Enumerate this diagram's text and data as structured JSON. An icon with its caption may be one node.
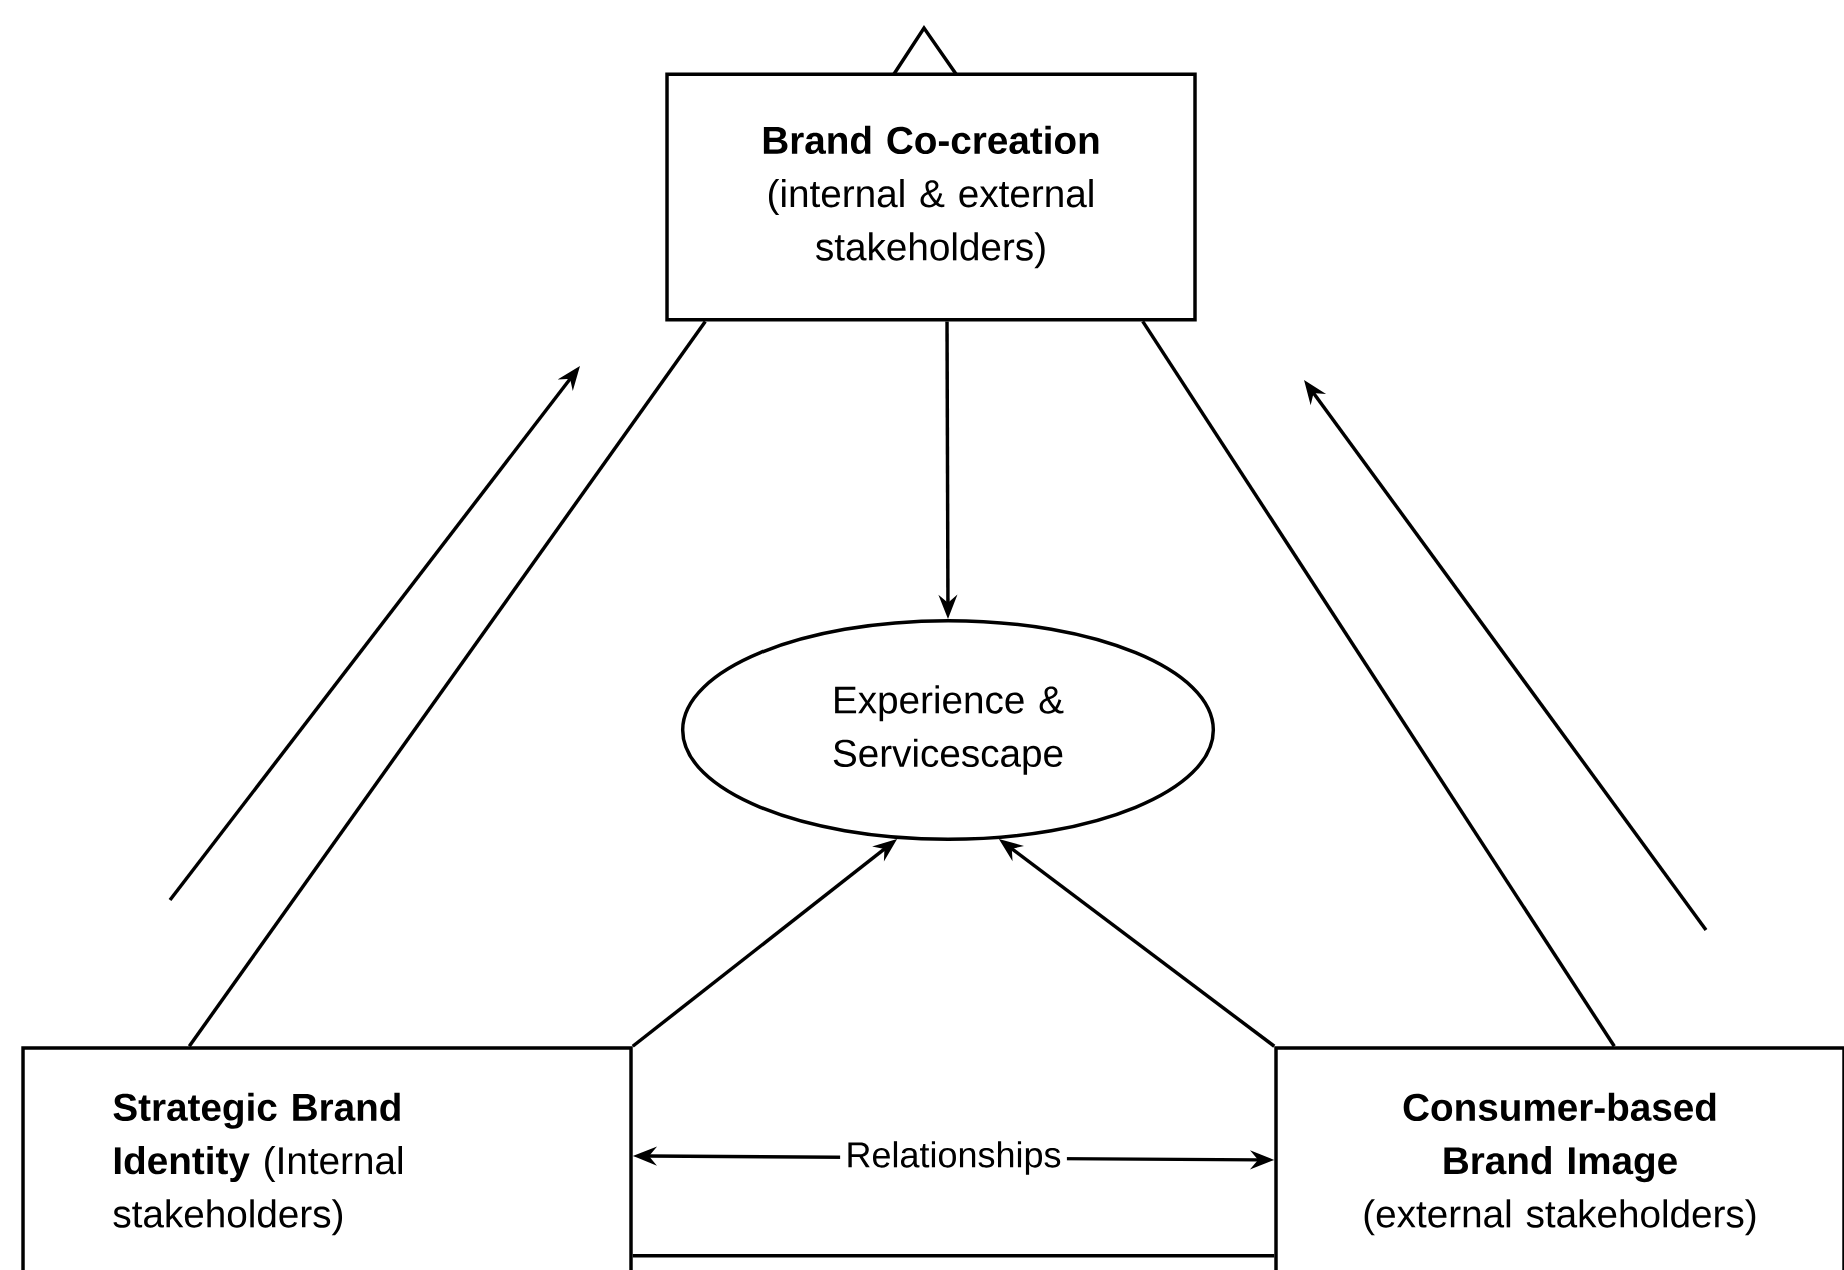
{
  "diagram": {
    "nodes": [
      {
        "text": [
          "Brand Co-creation",
          "(internal & external stakeholders)"
        ]
      },
      {
        "text": [
          "Experience & Servicescape"
        ]
      },
      {
        "text": [
          "**Strategic Brand Identity** (Internal stakeholders)"
        ]
      },
      {
        "text": [
          "**Consumer-based Brand Image** (external stakeholders)"
        ]
      }
    ],
    "edges": [
      {
        "from": 0,
        "to": 1,
        "arrow": "to"
      },
      {
        "from": 2,
        "to": 1,
        "arrow": "to"
      },
      {
        "from": 3,
        "to": 1,
        "arrow": "to"
      },
      {
        "from": 2,
        "to": 3,
        "arrow": "both",
        "label": "Relationships"
      },
      {
        "from": 2,
        "to": 0,
        "arrow": "none"
      },
      {
        "from": 3,
        "to": 0,
        "arrow": "none"
      },
      {
        "from": 2,
        "to": 3,
        "arrow": "none"
      }
    ]
  }
}
